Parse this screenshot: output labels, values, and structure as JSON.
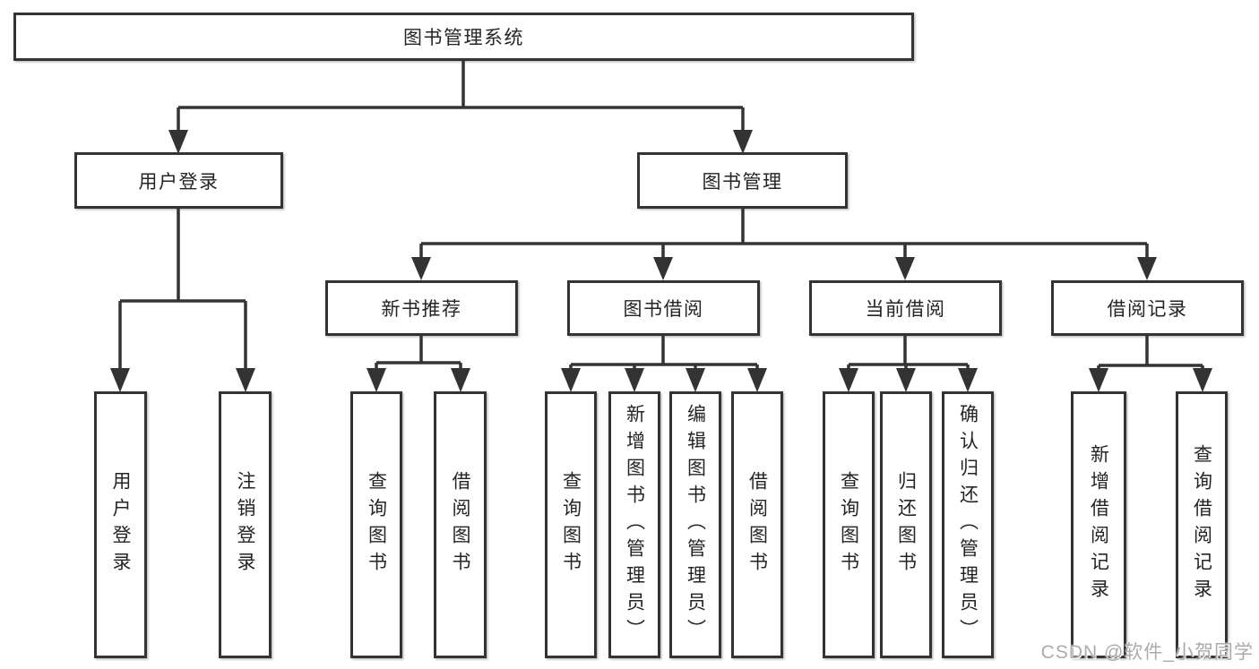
{
  "tree": {
    "root": {
      "label": "图书管理系统",
      "children": [
        {
          "label": "用户登录",
          "children": [
            {
              "label": "用户登录"
            },
            {
              "label": "注销登录"
            }
          ]
        },
        {
          "label": "图书管理",
          "children": [
            {
              "label": "新书推荐",
              "children": [
                {
                  "label": "查询图书"
                },
                {
                  "label": "借阅图书"
                }
              ]
            },
            {
              "label": "图书借阅",
              "children": [
                {
                  "label": "查询图书"
                },
                {
                  "label": "新增图书（管理员）"
                },
                {
                  "label": "编辑图书（管理员）"
                },
                {
                  "label": "借阅图书"
                }
              ]
            },
            {
              "label": "当前借阅",
              "children": [
                {
                  "label": "查询图书"
                },
                {
                  "label": "归还图书"
                },
                {
                  "label": "确认归还（管理员）"
                }
              ]
            },
            {
              "label": "借阅记录",
              "children": [
                {
                  "label": "新增借阅记录"
                },
                {
                  "label": "查询借阅记录"
                }
              ]
            }
          ]
        }
      ]
    }
  },
  "watermark": {
    "text": "CSDN @软件_小贺同学"
  },
  "colors": {
    "line": "#333333",
    "box_border": "#333333",
    "box_background": "#ffffff",
    "text": "#242424",
    "watermark": "#ababab",
    "page_background": "#ffffff"
  }
}
